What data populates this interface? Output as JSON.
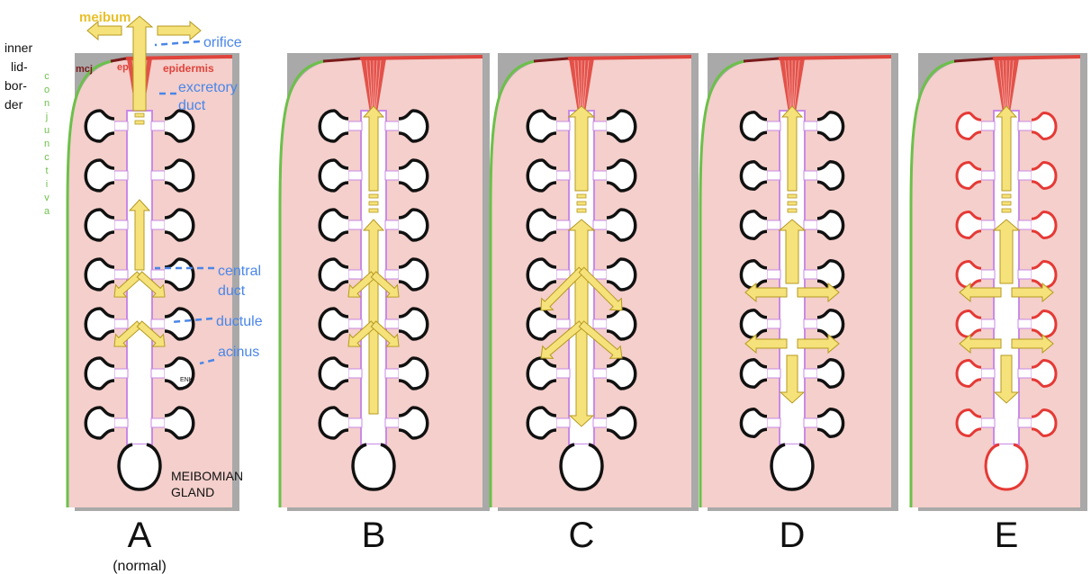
{
  "colors": {
    "tissue": "#f4cfcb",
    "shadow": "#a9a9a9",
    "conjunctiva": "#6cc04a",
    "epidermis": "#e0443c",
    "mcj": "#7a1a1a",
    "meibum": "#f6e27a",
    "meibum_stroke": "#b59a20",
    "gland_outline": "#111111",
    "gland_outline_atrophic": "#e53935",
    "duct_lining": "#c98ae6",
    "annotation": "#4a86e8",
    "label_dark": "#111111"
  },
  "panels": [
    {
      "letter": "A",
      "sublabel": "(normal)",
      "variant": "normal"
    },
    {
      "letter": "B",
      "sublabel": "",
      "variant": "obstructed"
    },
    {
      "letter": "C",
      "sublabel": "",
      "variant": "dilated"
    },
    {
      "letter": "D",
      "sublabel": "",
      "variant": "atrophy-early"
    },
    {
      "letter": "E",
      "sublabel": "",
      "variant": "atrophy-late"
    }
  ],
  "labels": {
    "meibum": "meibum",
    "orifice": "orifice",
    "inner_lid_border": [
      "inner",
      "lid-",
      "bor-",
      "der"
    ],
    "mcj": "mcj",
    "ep": "ep",
    "epidermis": "epidermis",
    "excretory_duct": [
      "excretory",
      "duct"
    ],
    "conjunctiva_letters": [
      "c",
      "o",
      "n",
      "j",
      "u",
      "n",
      "c",
      "t",
      "i",
      "v",
      "a"
    ],
    "central_duct": [
      "central",
      "duct"
    ],
    "ductule": "ductule",
    "acinus": "acinus",
    "enk": "ENK",
    "meibomian_gland": [
      "MEIBOMIAN",
      "GLAND"
    ]
  }
}
